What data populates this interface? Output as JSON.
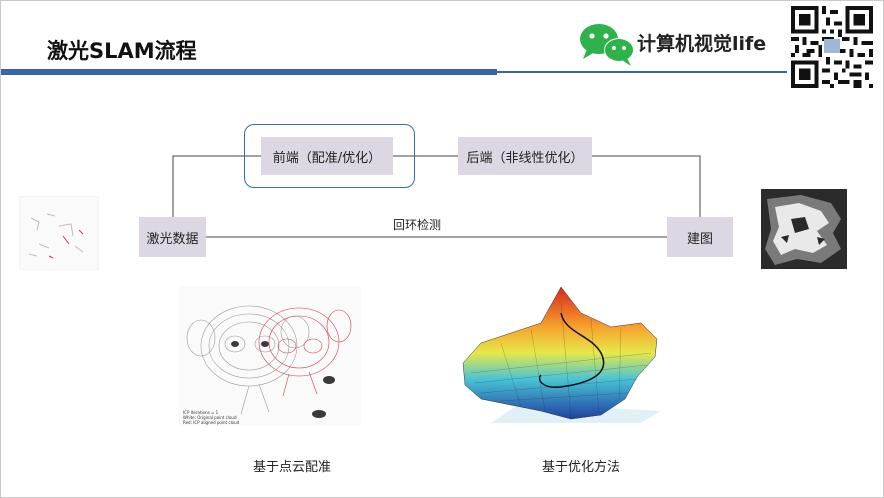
{
  "slide": {
    "title": "激光SLAM流程",
    "logo_text": "计算机视觉life"
  },
  "flow": {
    "frontend": "前端（配准/优化）",
    "backend": "后端（非线性优化）",
    "laser_data": "激光数据",
    "mapping": "建图",
    "loop_closure": "回环检测"
  },
  "figure_text": {
    "icp_line1": "ICP Iterations = 1",
    "icp_line2": "White: Original point cloud",
    "icp_line3": "Red: ICP aligned point cloud"
  },
  "captions": {
    "registration": "基于点云配准",
    "optimization": "基于优化方法"
  },
  "colors": {
    "accent_blue": "#3a64a8",
    "box_fill": "#ddd7e3",
    "highlight_border": "#2f6fb5",
    "wechat_green": "#2db34a"
  }
}
